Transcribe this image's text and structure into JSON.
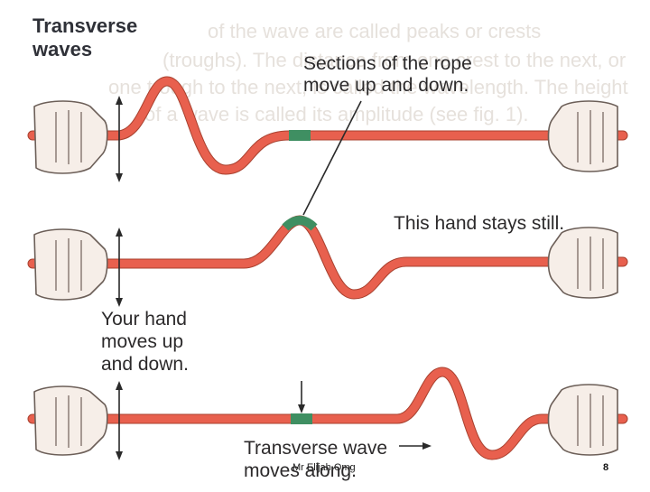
{
  "title": {
    "line1": "Transverse",
    "line2": "waves"
  },
  "captions": {
    "sections_line1": "Sections of the rope",
    "sections_line2": "move up and down.",
    "hand_still": "This hand stays still.",
    "your_hand_line1": "Your hand",
    "your_hand_line2": "moves up",
    "your_hand_line3": "and down.",
    "transverse_line1": "Transverse wave",
    "transverse_line2": "moves along."
  },
  "background_text": {
    "line1": "Transverse waves",
    "line2": "of the wave are called peaks or crests",
    "line3": "(troughs). The distance from one crest to the next, or",
    "line4": "one trough to the next, is called the wavelength. The height",
    "line5": "of a wave is called its amplitude (see fig. 1)."
  },
  "footer": {
    "author": "Mr Elijah Omg",
    "page": "8"
  },
  "colors": {
    "rope": "#e8604e",
    "marker": "#3f8f62",
    "background": "#ffffff"
  }
}
